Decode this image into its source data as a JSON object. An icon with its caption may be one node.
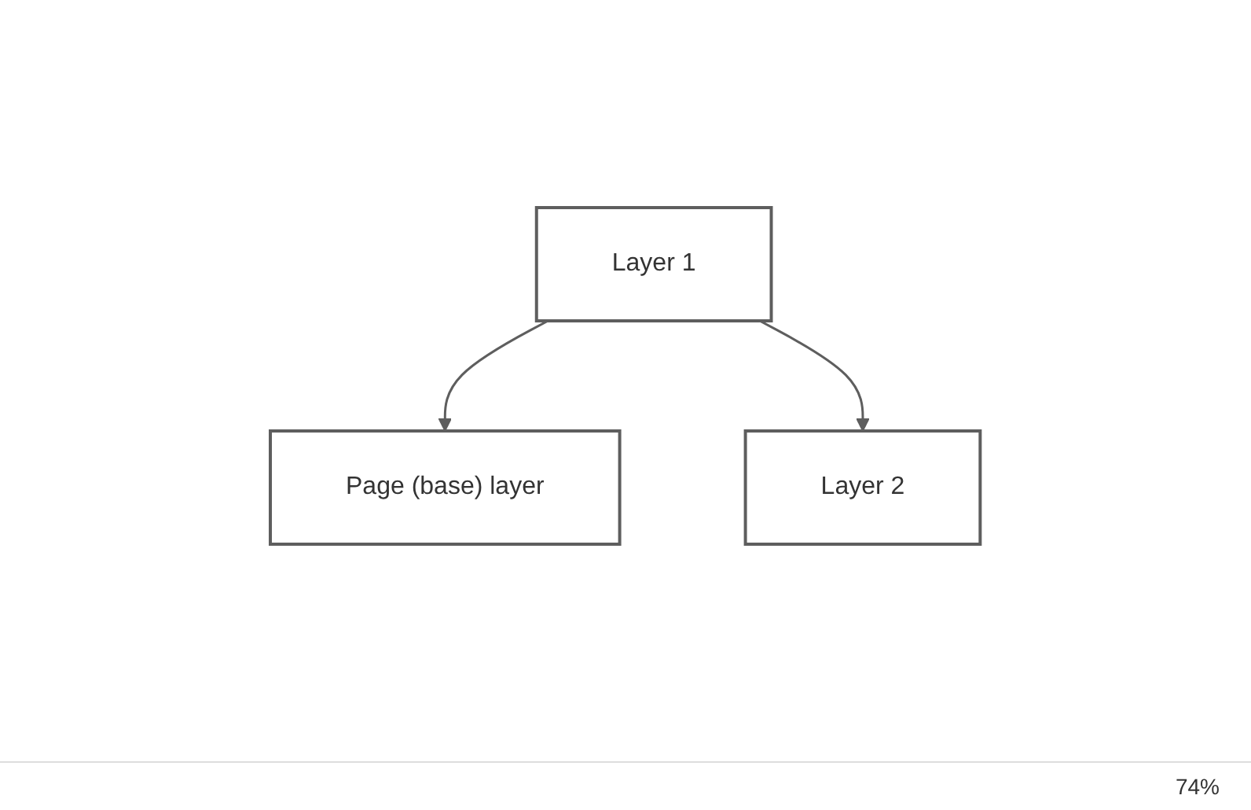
{
  "diagram": {
    "nodes": [
      {
        "text": [
          "Page (base) layer"
        ]
      },
      {
        "text": [
          "Layer 1"
        ]
      },
      {
        "text": [
          "Layer 2"
        ]
      }
    ],
    "edges": [
      {
        "from": 1,
        "to": 0,
        "arrow": "to"
      },
      {
        "from": 1,
        "to": 2,
        "arrow": "to"
      }
    ],
    "labels": [
      "74%"
    ]
  }
}
